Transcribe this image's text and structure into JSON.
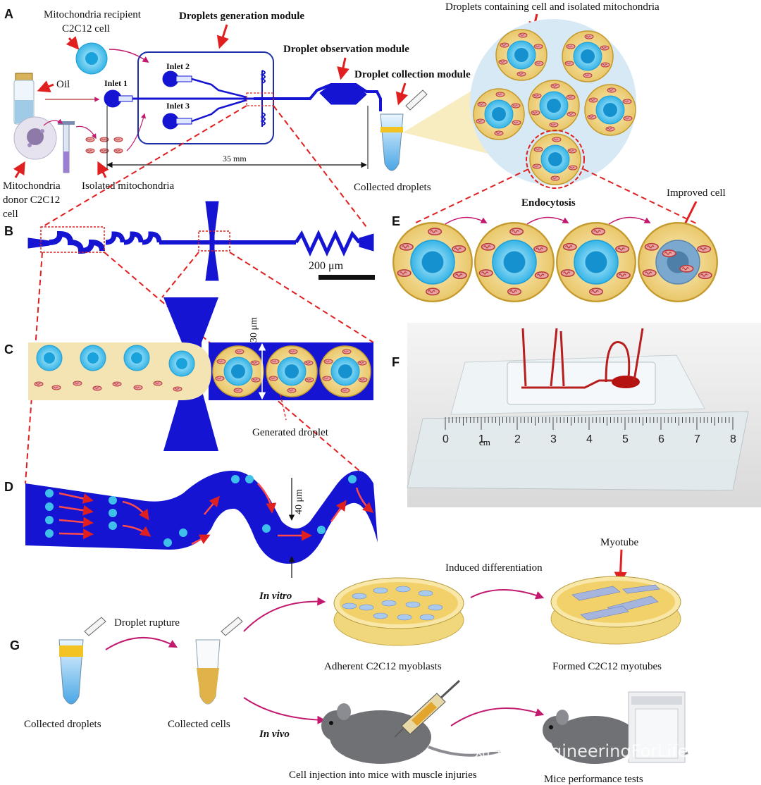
{
  "panels": [
    "A",
    "B",
    "C",
    "D",
    "E",
    "F",
    "G"
  ],
  "panel_a": {
    "recipient_cell_line1": "Mitochondria  recipient",
    "recipient_cell_line2": "C2C12 cell",
    "oil": "Oil",
    "donor_line1": "Mitochondria",
    "donor_line2": "donor C2C12",
    "donor_line3": "cell",
    "isolated_mitochondria": "Isolated mitochondria",
    "droplets_generation_module": "Droplets generation module",
    "droplet_observation_module": "Droplet observation module",
    "droplet_collection_module": "Droplet collection module",
    "droplets_containing": "Droplets containing cell and isolated mitochondria",
    "inlet1": "Inlet 1",
    "inlet2": "Inlet 2",
    "inlet3": "Inlet 3",
    "length": "35 mm",
    "collected_droplets": "Collected droplets"
  },
  "panel_b": {
    "scale_bar": "200 μm"
  },
  "panel_c": {
    "width": "30 μm",
    "generated_droplet": "Generated droplet"
  },
  "panel_d": {
    "width": "40 μm"
  },
  "panel_e": {
    "endocytosis": "Endocytosis",
    "improved_cell": "Improved cell"
  },
  "panel_f": {
    "ruler_ticks": [
      "0",
      "1",
      "2",
      "3",
      "4",
      "5",
      "6",
      "7",
      "8"
    ],
    "ruler_unit": "cm"
  },
  "panel_g": {
    "in_vitro": "In vitro",
    "in_vivo": "In vivo",
    "droplet_rupture": "Droplet rupture",
    "induced_differentiation": "Induced differentiation",
    "myotube": "Myotube",
    "collected_droplets": "Collected droplets",
    "collected_cells": "Collected cells",
    "adherent": "Adherent C2C12 myoblasts",
    "formed": "Formed C2C12 myotubes",
    "cell_injection": "Cell injection into mice with muscle injuries",
    "mice_performance": "Mice performance tests"
  },
  "watermark": "知乎 @EngineeringForLife",
  "colors": {
    "channel_blue": "#1414d2",
    "cell_cyan": "#3fc0ea",
    "nucleus_blue": "#1591d0",
    "cell_yellow": "#f4dc8e",
    "arrow_red": "#e02020",
    "arrow_pink": "#c2186e"
  }
}
